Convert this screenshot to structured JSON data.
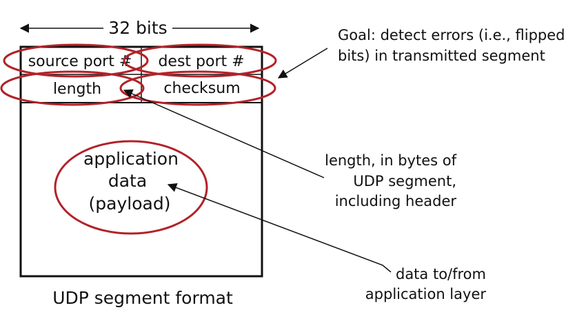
{
  "width_label": "32 bits",
  "fields": {
    "source_port": "source port #",
    "dest_port": "dest port #",
    "length": "length",
    "checksum": "checksum"
  },
  "payload": {
    "line1": "application",
    "line2": "data",
    "line3": "(payload)"
  },
  "caption": "UDP segment format",
  "annotations": {
    "goal": {
      "line1": "Goal: detect errors (i.e., flipped",
      "line2": "bits) in transmitted segment"
    },
    "length_note": {
      "line1": "length, in bytes of",
      "line2": "UDP segment,",
      "line3": "including header"
    },
    "data_note": {
      "line1": "data to/from",
      "line2": "application layer"
    }
  },
  "colors": {
    "highlight": "#b22228",
    "ink": "#111111"
  }
}
